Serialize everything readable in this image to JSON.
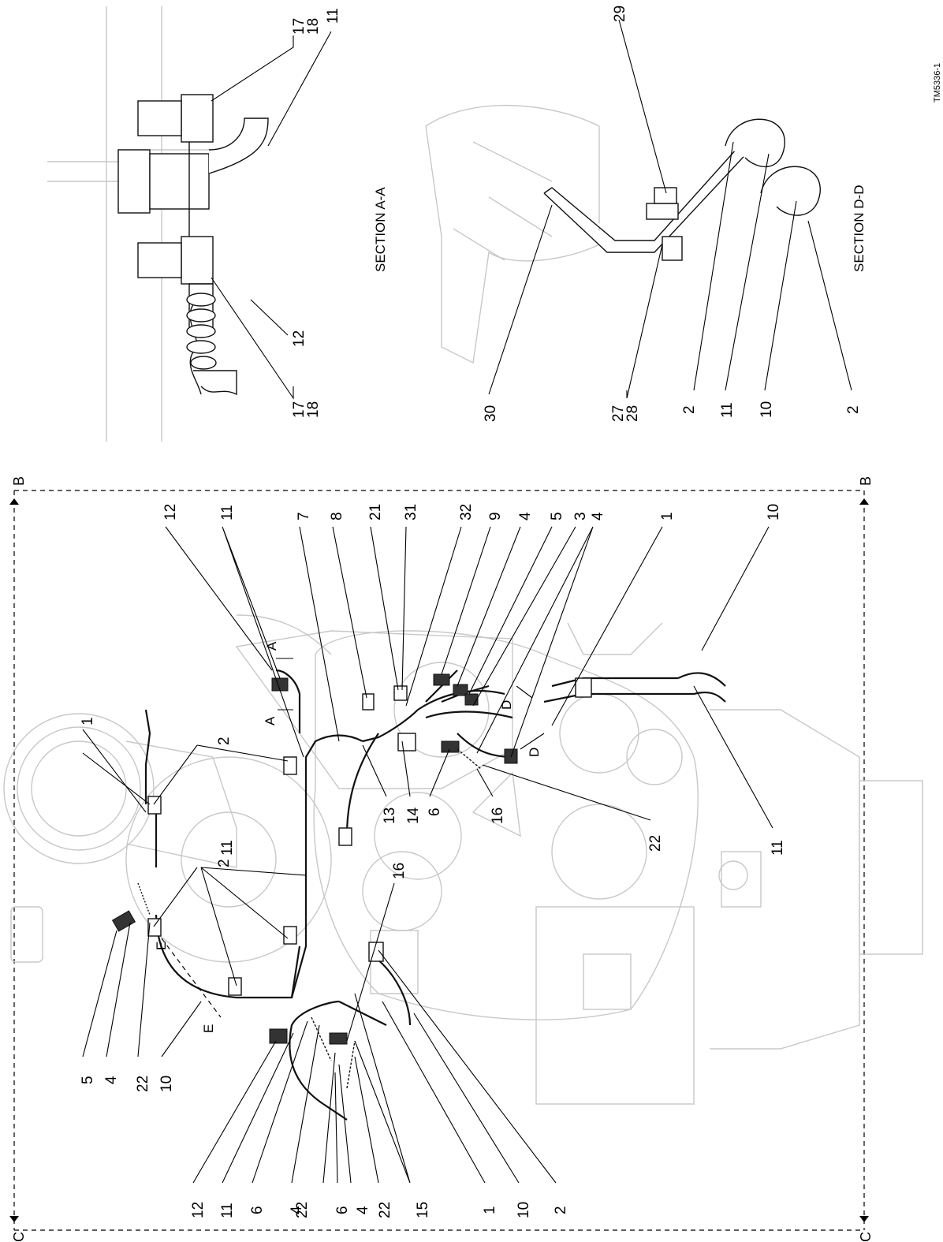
{
  "page": {
    "background": "#ffffff",
    "line_color": "#000000",
    "ghost_color": "#c8c8c8"
  },
  "section_labels": {
    "a": "SECTION A-A",
    "d": "SECTION D-D"
  },
  "cut_marks": {
    "b": "B",
    "c": "C",
    "a": "A",
    "d": "D",
    "e": "E"
  },
  "callouts": {
    "sec_a": [
      "17",
      "18",
      "11",
      "12",
      "17",
      "18"
    ],
    "sec_d": [
      "29",
      "30",
      "27",
      "28",
      "2",
      "11",
      "10",
      "2"
    ],
    "top_row": [
      "12",
      "11",
      "7",
      "8",
      "21",
      "31",
      "32",
      "9",
      "4",
      "5",
      "3",
      "4",
      "1",
      "10"
    ],
    "left_col": [
      "1",
      "2",
      "11",
      "2",
      "5",
      "4",
      "22",
      "10"
    ],
    "bottom_row": [
      "12",
      "11",
      "6",
      "4",
      "22",
      "6",
      "4",
      "22",
      "15",
      "1",
      "10",
      "2"
    ],
    "middle": [
      "16",
      "13",
      "14",
      "6",
      "16",
      "22",
      "11"
    ]
  },
  "figure_id": "TM5336-1"
}
